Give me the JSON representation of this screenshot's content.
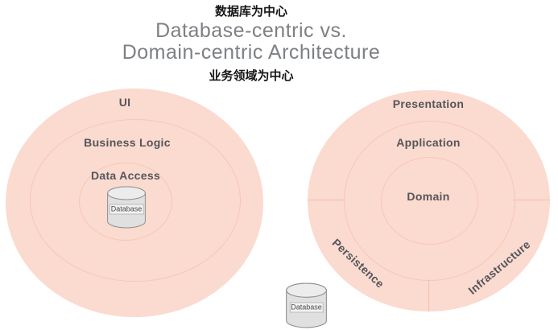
{
  "header": {
    "top_caption": "数据库为中心",
    "title_line1": "Database-centric vs.",
    "title_line2": "Domain-centric Architecture",
    "bottom_caption": "业务领域为中心"
  },
  "left_diagram": {
    "name": "database-centric architecture",
    "rings": [
      "UI",
      "Business Logic",
      "Data Access"
    ],
    "database_label": "Database"
  },
  "right_diagram": {
    "name": "domain-centric architecture",
    "rings": [
      "Presentation",
      "Application",
      "Domain"
    ],
    "segments": [
      "Persistence",
      "Infrastructure"
    ],
    "database_label": "Database"
  },
  "colors": {
    "circle_fill": "#fbdad0",
    "ring_border": "#f6c8b4",
    "divider": "#f4c0aa",
    "label_text": "#55565a",
    "title_text": "#7d8084",
    "caption_text": "#161616",
    "cylinder_fill": "#e0e0e0",
    "cylinder_top": "#ececec",
    "cylinder_stroke": "#8f8f8f"
  }
}
